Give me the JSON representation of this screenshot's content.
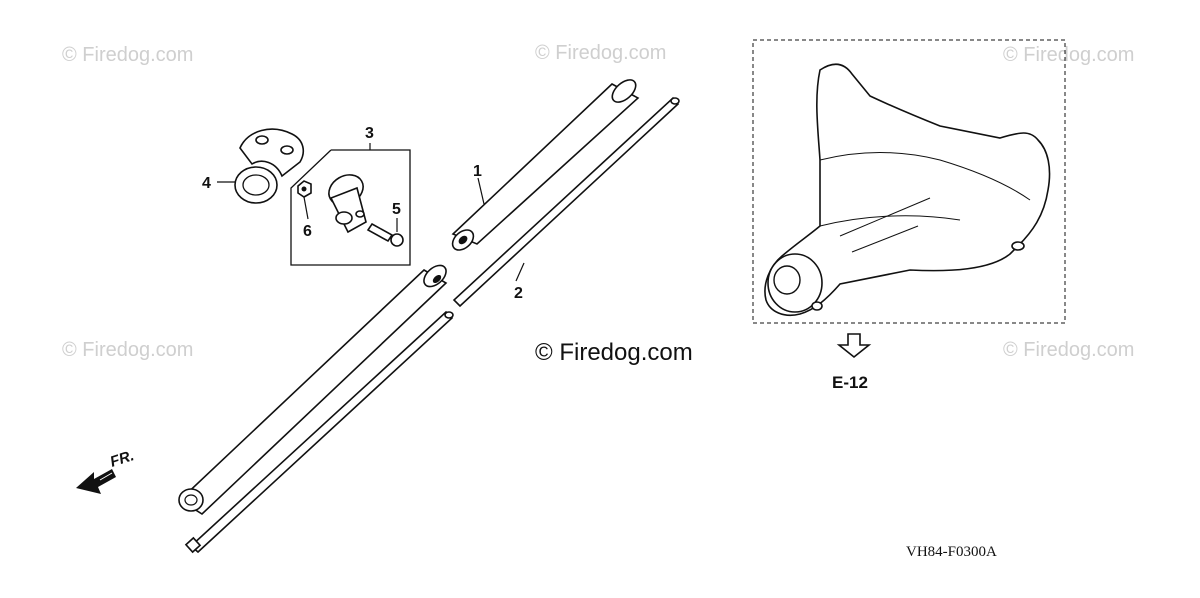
{
  "watermarks": {
    "top_left": "© Firedog.com",
    "top_center": "© Firedog.com",
    "top_right": "© Firedog.com",
    "mid_left": "© Firedog.com",
    "mid_right": "© Firedog.com",
    "center": "© Firedog.com"
  },
  "callouts": {
    "part_1": "1",
    "part_2": "2",
    "part_3": "3",
    "part_4": "4",
    "part_5": "5",
    "part_6": "6"
  },
  "reference": {
    "label": "E-12"
  },
  "direction": {
    "label": "FR."
  },
  "drawing_code": "VH84-F0300A"
}
